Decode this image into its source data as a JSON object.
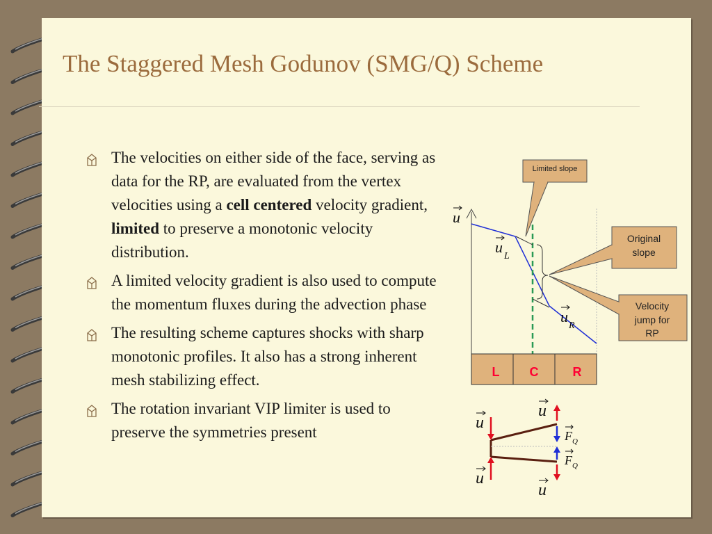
{
  "slide": {
    "title": "The Staggered Mesh Godunov (SMG/Q)  Scheme",
    "bullets": [
      {
        "parts": [
          {
            "t": "The velocities on either side of the face, serving as data for the RP,  are evaluated from the vertex velocities using a ",
            "b": false
          },
          {
            "t": "cell centered",
            "b": true
          },
          {
            "t": " velocity gradient, ",
            "b": false
          },
          {
            "t": "limited",
            "b": true
          },
          {
            "t": " to preserve a monotonic velocity distribution.",
            "b": false
          }
        ]
      },
      {
        "parts": [
          {
            "t": "A limited velocity gradient is also used to compute the momentum fluxes during the advection phase",
            "b": false
          }
        ]
      },
      {
        "parts": [
          {
            "t": "The resulting scheme captures shocks with sharp monotonic profiles. It also has a strong inherent mesh stabilizing effect.",
            "b": false
          }
        ]
      },
      {
        "parts": [
          {
            "t": "The rotation invariant VIP limiter is used to preserve the symmetries present",
            "b": false
          }
        ]
      }
    ]
  },
  "diagram": {
    "callouts": {
      "limited_slope": "Limited slope",
      "original_slope": "Original slope",
      "velocity_jump": "Velocity jump for RP"
    },
    "axis_label": "u",
    "u_left": "u",
    "u_left_sub": "L",
    "u_right": "u",
    "u_right_sub": "R",
    "cells": [
      "L",
      "C",
      "R"
    ],
    "flux": {
      "u_top": "u",
      "u_bottom": "u",
      "u_left_top": "u",
      "u_left_bottom": "u",
      "F": "F",
      "F_sub": "Q"
    },
    "colors": {
      "title": "#9b6b3d",
      "velocity_line": "#1f2fd6",
      "centerline": "#2a9a55",
      "cell_text": "#ff0033",
      "callout_fill": "#dfb27c",
      "flux_line": "#5a1f10",
      "arrow_red": "#e01020",
      "arrow_blue": "#1f2fd6"
    }
  }
}
